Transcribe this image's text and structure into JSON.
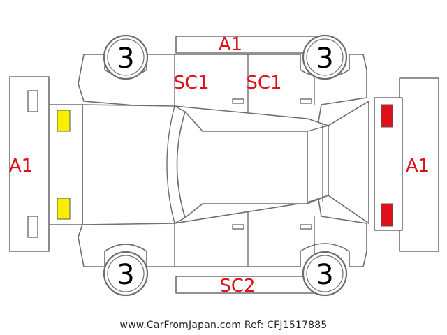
{
  "diagram": {
    "panel_labels": {
      "roof_top": "A1",
      "front_left": "A1",
      "rear_right": "A1",
      "door_front_top": "SC1",
      "door_rear_top": "SC1",
      "bottom_side": "SC2"
    },
    "wheel_labels": {
      "top_left": "3",
      "top_right": "3",
      "bottom_left": "3",
      "bottom_right": "3"
    },
    "marker_colors": {
      "yellow": "#f7ee00",
      "red": "#e0101a"
    }
  },
  "credit": "www.CarFromJapan.com Ref: CFJ1517885"
}
